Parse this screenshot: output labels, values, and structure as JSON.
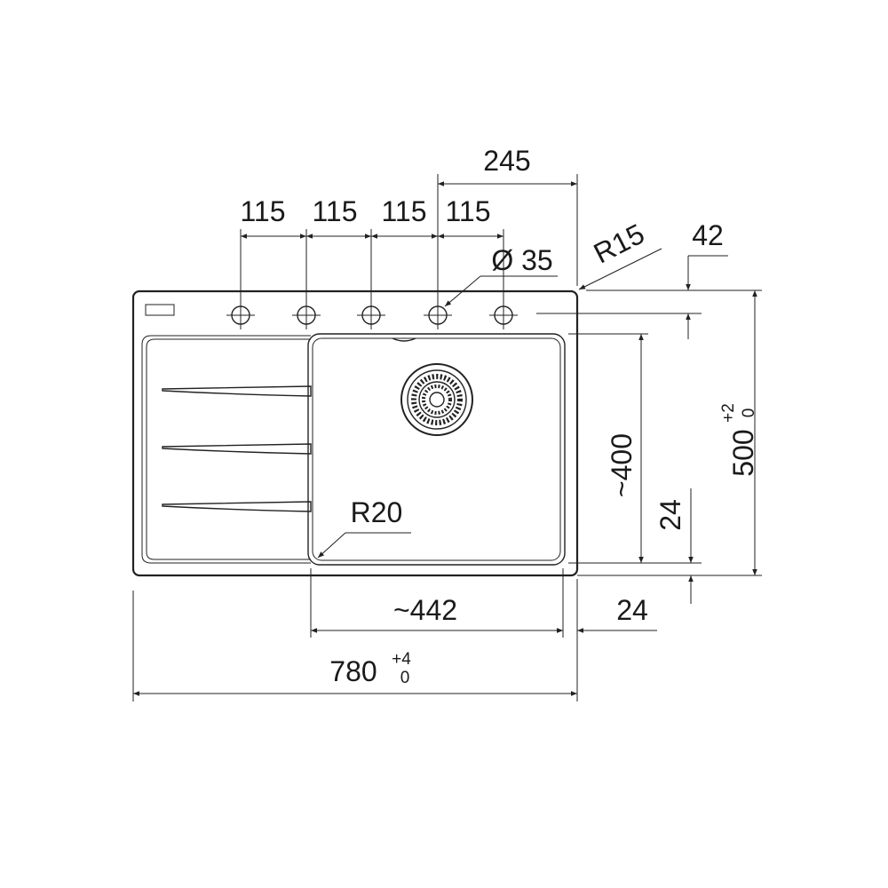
{
  "drawing": {
    "labels": {
      "dim_245": "245",
      "dim_115_a": "115",
      "dim_115_b": "115",
      "dim_115_c": "115",
      "dim_115_d": "115",
      "dim_r15": "R15",
      "dim_d35": "Ø 35",
      "dim_42": "42",
      "dim_400": "~400",
      "dim_500": "500",
      "dim_500_tol_plus": "+2",
      "dim_500_tol_minus": "0",
      "dim_24_right": "24",
      "dim_r20": "R20",
      "dim_442": "~442",
      "dim_24_bottom": "24",
      "dim_780": "780",
      "dim_780_tol_plus": "+4",
      "dim_780_tol_minus": "0"
    }
  }
}
